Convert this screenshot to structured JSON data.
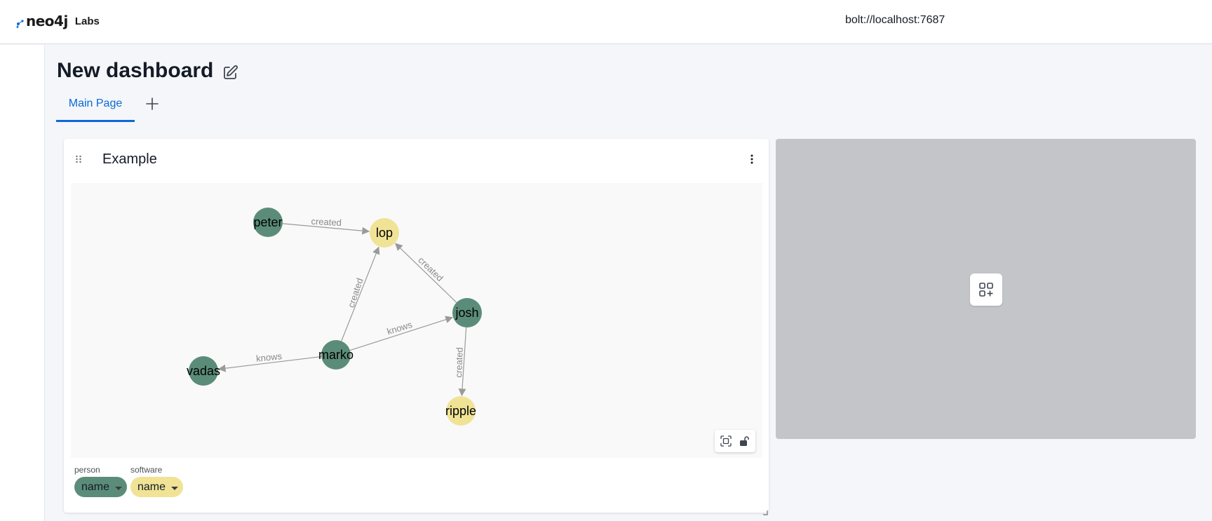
{
  "app": {
    "logo_text": "neo4j",
    "labs_label": "Labs",
    "connection_url": "bolt://localhost:7687"
  },
  "dashboard": {
    "title": "New dashboard",
    "tabs": [
      {
        "label": "Main Page",
        "active": true
      }
    ]
  },
  "card": {
    "title": "Example",
    "graph": {
      "colors": {
        "person": "#5b8c7a",
        "software": "#f0e396",
        "edge": "#9a9a9a",
        "edge_label": "#8a8a8a"
      },
      "nodes": [
        {
          "id": "peter",
          "label": "peter",
          "type": "person"
        },
        {
          "id": "lop",
          "label": "lop",
          "type": "software"
        },
        {
          "id": "josh",
          "label": "josh",
          "type": "person"
        },
        {
          "id": "marko",
          "label": "marko",
          "type": "person"
        },
        {
          "id": "vadas",
          "label": "vadas",
          "type": "person"
        },
        {
          "id": "ripple",
          "label": "ripple",
          "type": "software"
        }
      ],
      "edges": [
        {
          "from": "peter",
          "to": "lop",
          "label": "created"
        },
        {
          "from": "josh",
          "to": "lop",
          "label": "created"
        },
        {
          "from": "marko",
          "to": "lop",
          "label": "created"
        },
        {
          "from": "marko",
          "to": "josh",
          "label": "knows"
        },
        {
          "from": "marko",
          "to": "vadas",
          "label": "knows"
        },
        {
          "from": "josh",
          "to": "ripple",
          "label": "created"
        }
      ]
    },
    "legend": [
      {
        "category": "person",
        "property": "name",
        "color": "#5b8c7a"
      },
      {
        "category": "software",
        "property": "name",
        "color": "#f0e396"
      }
    ]
  },
  "icons": {
    "edit": "pencil-square-icon",
    "add_tab": "plus-icon",
    "drag": "drag-handle-icon",
    "menu": "vertical-dots-icon",
    "fit": "fit-to-screen-icon",
    "lock": "unlock-icon",
    "add_widget": "add-widget-grid-icon"
  }
}
